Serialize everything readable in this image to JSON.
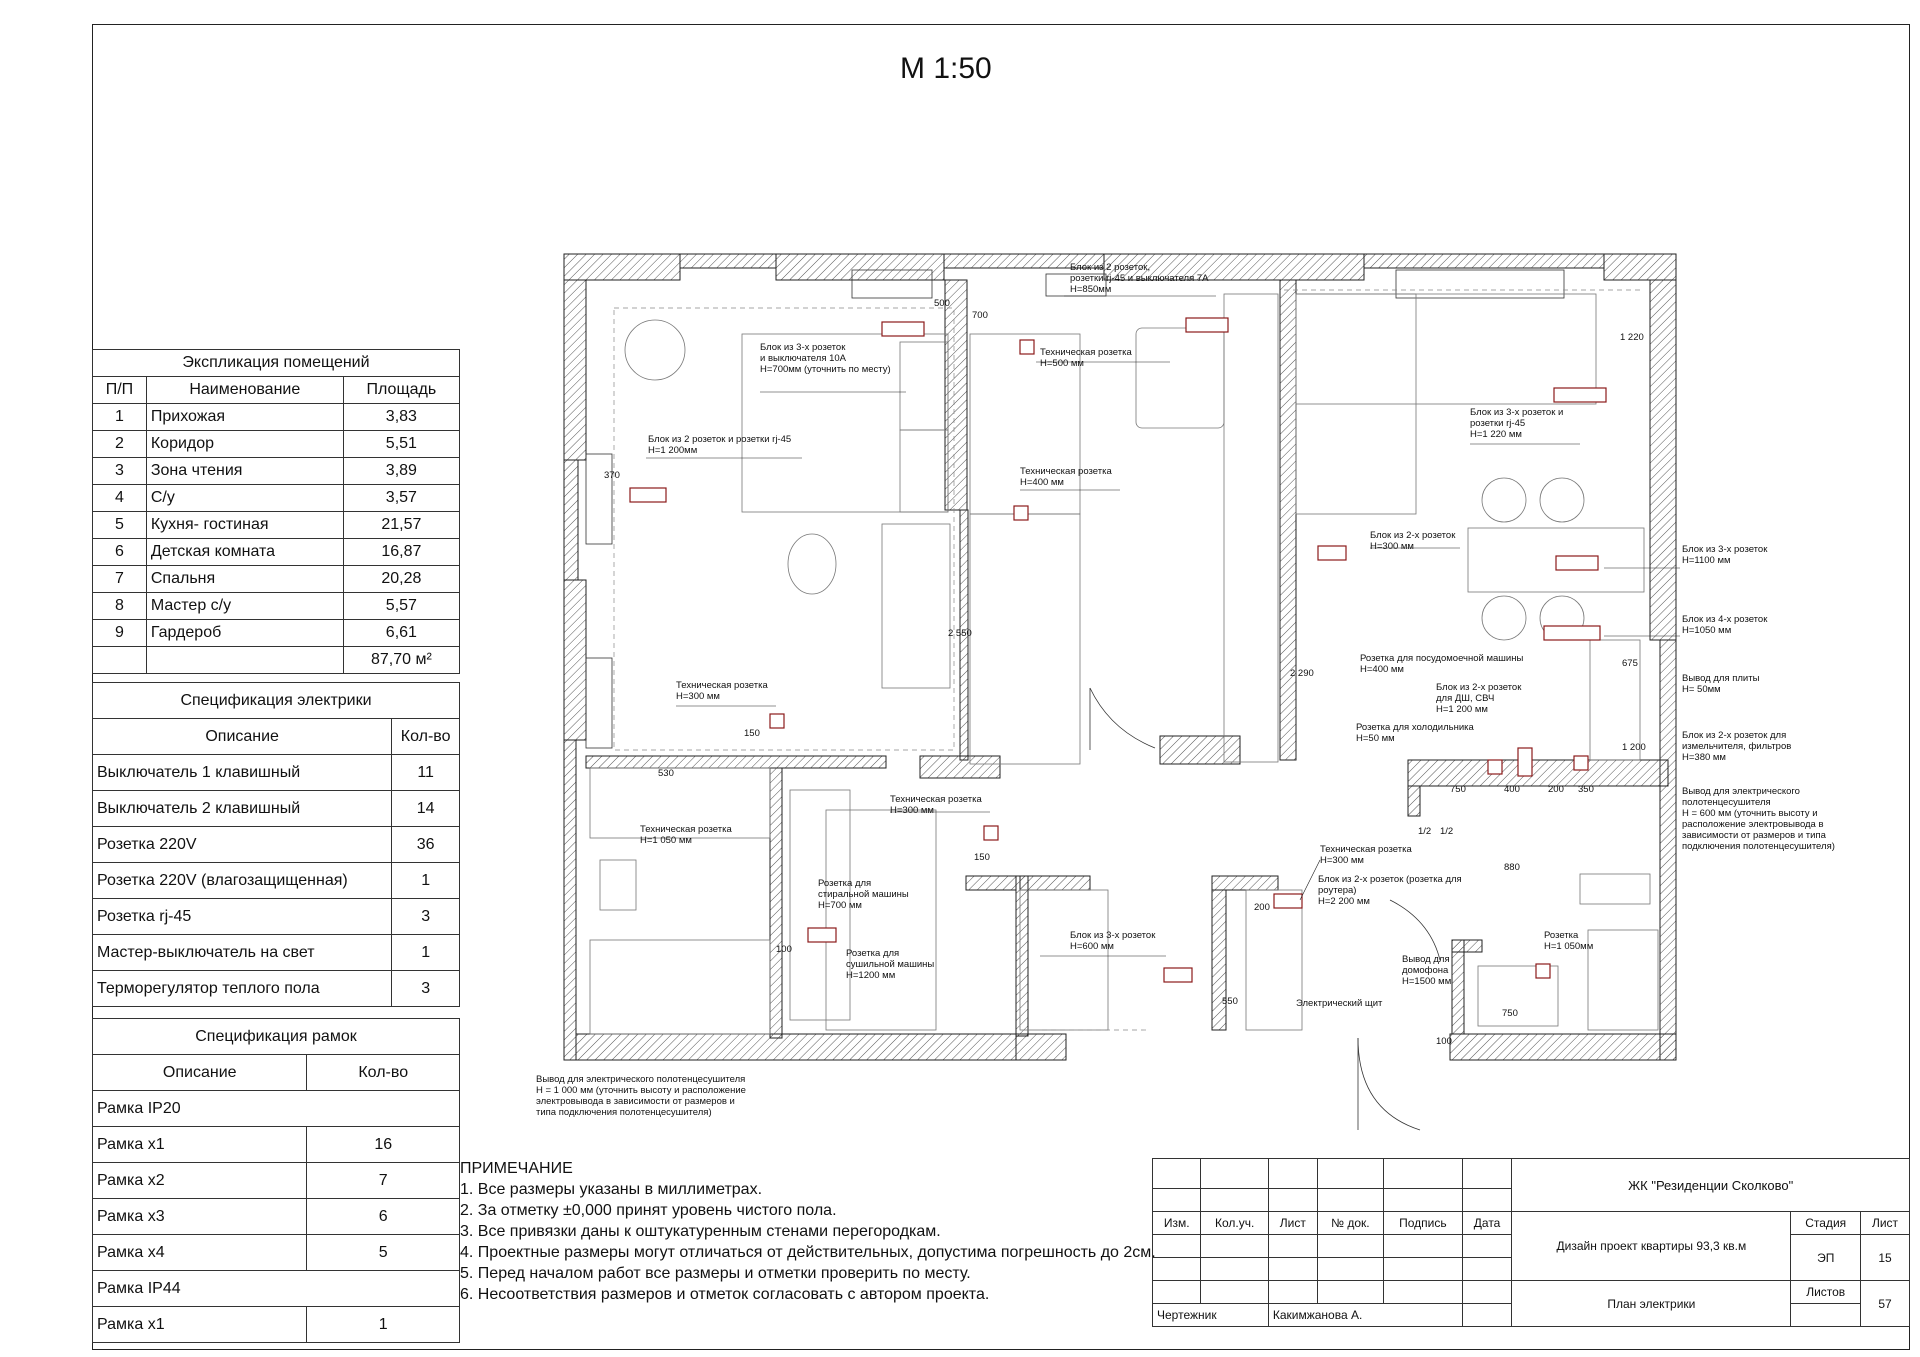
{
  "scale": "М 1:50",
  "explication": {
    "title": "Экспликация помещений",
    "headers": [
      "П/П",
      "Наименование",
      "Площадь"
    ],
    "rows": [
      [
        "1",
        "Прихожая",
        "3,83"
      ],
      [
        "2",
        "Коридор",
        "5,51"
      ],
      [
        "3",
        "Зона чтения",
        "3,89"
      ],
      [
        "4",
        "С/у",
        "3,57"
      ],
      [
        "5",
        "Кухня- гостиная",
        "21,57"
      ],
      [
        "6",
        "Детская комната",
        "16,87"
      ],
      [
        "7",
        "Спальня",
        "20,28"
      ],
      [
        "8",
        "Мастер с/у",
        "5,57"
      ],
      [
        "9",
        "Гардероб",
        "6,61"
      ]
    ],
    "total": "87,70 м²"
  },
  "electrical": {
    "title": "Спецификация электрики",
    "headers": [
      "Описание",
      "Кол-во"
    ],
    "rows": [
      [
        "Выключатель 1 клавишный",
        "11"
      ],
      [
        "Выключатель 2 клавишный",
        "14"
      ],
      [
        "Розетка 220V",
        "36"
      ],
      [
        "Розетка 220V (влагозащищенная)",
        "1"
      ],
      [
        "Розетка rj-45",
        "3"
      ],
      [
        "Мастер-выключатель на свет",
        "1"
      ],
      [
        "Терморегулятор теплого пола",
        "3"
      ]
    ]
  },
  "frames": {
    "title": "Спецификация рамок",
    "headers": [
      "Описание",
      "Кол-во"
    ],
    "group1": "Рамка IP20",
    "rows1": [
      [
        "Рамка x1",
        "16"
      ],
      [
        "Рамка x2",
        "7"
      ],
      [
        "Рамка x3",
        "6"
      ],
      [
        "Рамка x4",
        "5"
      ]
    ],
    "group2": "Рамка IP44",
    "rows2": [
      [
        "Рамка x1",
        "1"
      ]
    ]
  },
  "notes": {
    "title": "ПРИМЕЧАНИЕ",
    "items": [
      "1. Все размеры указаны в миллиметрах.",
      "2. За отметку ±0,000 принят уровень чистого пола.",
      "3. Все привязки даны к оштукатуренным стенами перегородкам.",
      "4. Проектные размеры могут отличаться от действительных, допустима погрешность до 2см.",
      "5. Перед началом работ все размеры и отметки проверить по месту.",
      "6. Несоответствия размеров и отметок согласовать с автором проекта."
    ]
  },
  "stamp": {
    "project": "ЖК \"Резиденции Сколково\"",
    "cols": [
      "Изм.",
      "Кол.уч.",
      "Лист",
      "№ док.",
      "Подпись",
      "Дата"
    ],
    "design": "Дизайн проект квартиры 93,3 кв.м",
    "stage_label": "Стадия",
    "sheet_label": "Лист",
    "sheets_label": "Листов",
    "stage": "ЭП",
    "sheet": "15",
    "sheets": "57",
    "drafter_role": "Чертежник",
    "drafter": "Какимжанова А.",
    "drawing": "План электрики"
  },
  "plan_labels": {
    "l1": "Блок из 3-х розеток",
    "l2": "и выключателя 10А",
    "l3": "Н=700мм (уточнить по месту)",
    "l4": "Блок из 2 розеток,",
    "l5": "розетки rj-45 и выключателя 7А",
    "l6": "Н=850мм",
    "l7": "Техническая розетка",
    "l8": "Н=500 мм",
    "l9": "Блок из 2 розеток и розетки rj-45",
    "l10": "Н=1 200мм",
    "l11": "Техническая розетка",
    "l12": "Н=400 мм",
    "l13": "Блок из 3-х розеток и",
    "l14": "розетки rj-45",
    "l15": "Н=1 220 мм",
    "l16": "Блок из 2-х розеток",
    "l17": "Н=300 мм",
    "l18": "Блок из 3-х розеток",
    "l19": "Н=1100 мм",
    "l20": "Блок из 4-х розеток",
    "l21": "Н=1050 мм",
    "l22": "Розетка для посудомоечной машины",
    "l23": "Н=400 мм",
    "l24": "Блок из 2-х розеток",
    "l25": "для ДШ, СВЧ",
    "l26": "Н=1 200 мм",
    "l27": "Вывод для плиты",
    "l28": "Н= 50мм",
    "l29": "Розетка для холодильника",
    "l30": "Н=50 мм",
    "l31": "Блок из 2-х розеток для",
    "l32": "измельчителя, фильтров",
    "l33": "Н=380 мм",
    "l34": "Вывод для электрического",
    "l35": "полотенцесушителя",
    "l36": "Н = 600 мм (уточнить высоту и",
    "l37": "расположение электровывода в",
    "l38": "зависимости от размеров и типа",
    "l39": "подключения полотенцесушителя)",
    "l40": "Техническая розетка",
    "l41": "Н=300 мм",
    "l42": "Техническая розетка",
    "l43": "Н=1 050 мм",
    "l44": "Техническая розетка",
    "l45": "Н=300 мм",
    "l46": "Розетка для",
    "l47": "стиральной машины",
    "l48": "Н=700 мм",
    "l49": "Розетка для",
    "l50": "сушильной машины",
    "l51": "Н=1200 мм",
    "l52": "Блок из 3-х розеток",
    "l53": "Н=600 мм",
    "l54": "Техническая розетка",
    "l55": "Н=300 мм",
    "l56": "Блок из 2-х розеток (розетка для",
    "l57": "роутера)",
    "l58": "Н=2 200 мм",
    "l59": "Вывод для",
    "l60": "домофона",
    "l61": "Н=1500 мм",
    "l62": "Розетка",
    "l63": "Н=1 050мм",
    "l64": "Электрический щит",
    "l65": "Вывод для электрического полотенцесушителя",
    "l66": "Н = 1 000 мм (уточнить высоту и расположение",
    "l67": "электровывода в зависимости от размеров и",
    "l68": "типа подключения полотенцесушителя)",
    "d1": "530",
    "d2": "370",
    "d3": "500",
    "d4": "700",
    "d5": "1 220",
    "d6": "150",
    "d7": "150",
    "d8": "2 550",
    "d9": "2 290",
    "d10": "675",
    "d11": "1 200",
    "d12": "750",
    "d13": "400",
    "d14": "200",
    "d15": "350",
    "d16": "1/2",
    "d17": "1/2",
    "d18": "880",
    "d19": "200",
    "d20": "550",
    "d21": "100",
    "d22": "750",
    "d23": "100"
  },
  "colors": {
    "socket": "#8b1a1a",
    "wall_hatch": "#555555"
  }
}
